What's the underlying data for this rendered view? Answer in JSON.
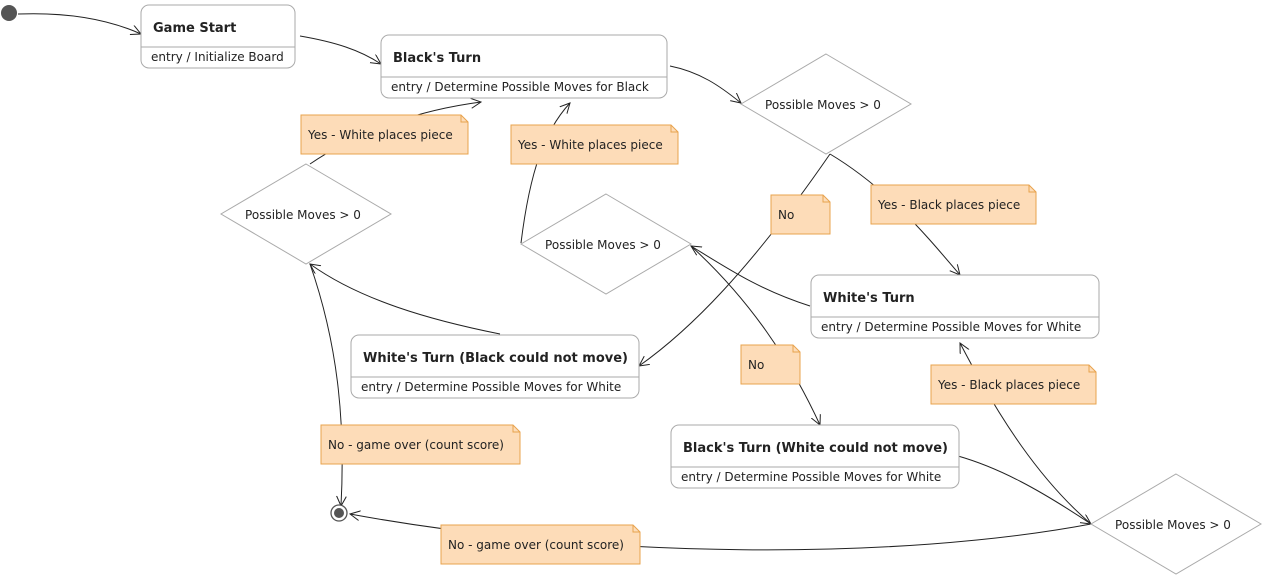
{
  "colors": {
    "state_border": "#aaaaaa",
    "note_fill": "#fddcb8",
    "note_border": "#e8a34e",
    "choice_border": "#aaaaaa",
    "node": "#555555",
    "edge": "#222222"
  },
  "states": {
    "game_start": {
      "title": "Game Start",
      "entry": "entry / Initialize Board"
    },
    "black_turn": {
      "title": "Black's Turn",
      "entry": "entry / Determine Possible Moves for Black"
    },
    "white_turn": {
      "title": "White's Turn",
      "entry": "entry / Determine Possible Moves for White"
    },
    "white_turn_black_no_move": {
      "title": "White's Turn (Black could not move)",
      "entry": "entry / Determine Possible Moves for White"
    },
    "black_turn_white_no_move": {
      "title": "Black's Turn (White could not move)",
      "entry": "entry / Determine Possible Moves for White"
    }
  },
  "choices": {
    "c1": "Possible Moves > 0",
    "c2": "Possible Moves > 0",
    "c3": "Possible Moves > 0",
    "c4": "Possible Moves > 0"
  },
  "notes": {
    "n1": "Yes - White places piece",
    "n2": "Yes - White places piece",
    "n3": "No",
    "n4": "Yes - Black places piece",
    "n5": "No",
    "n6": "Yes - Black places piece",
    "n7": "No - game over (count score)",
    "n8": "No - game over (count score)"
  }
}
